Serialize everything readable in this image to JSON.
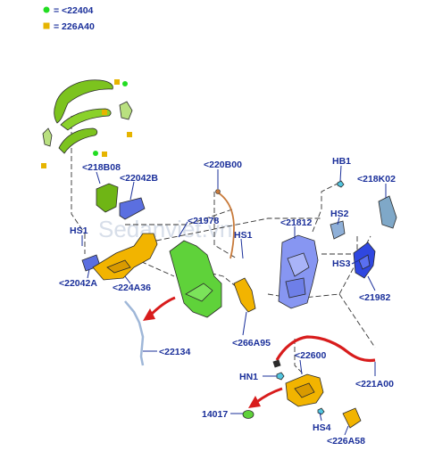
{
  "legend": [
    {
      "marker": "green-dot",
      "color": "#22dd22",
      "text": "= <22404"
    },
    {
      "marker": "yellow-square",
      "color": "#e6b400",
      "text": "= 226A40"
    }
  ],
  "watermark": "Sedanviet.vn",
  "labels": {
    "l218B08": "<218B08",
    "l22042B": "<22042B",
    "l220B00": "<220B00",
    "lHB1": "HB1",
    "l218K02": "<218K02",
    "l21978": "<21978",
    "l21812": "<21812",
    "lHS2": "HS2",
    "lHS1a": "HS1",
    "lHS1b": "HS1",
    "lHS3": "HS3",
    "l22042A": "<22042A",
    "l224A36": "<224A36",
    "l21982": "<21982",
    "l22134": "<22134",
    "l266A95": "<266A95",
    "l22600": "<22600",
    "lHN1": "HN1",
    "l221A00": "<221A00",
    "l14017": "14017",
    "lHS4": "HS4",
    "l226A58": "<226A58"
  },
  "colors": {
    "label": "#1a2f9a",
    "green_part": "#7cc31e",
    "yellow_part": "#f2b400",
    "blue_part": "#7d8ff0",
    "red_part": "#d81c1c",
    "steel_part": "#9fb7d8"
  }
}
